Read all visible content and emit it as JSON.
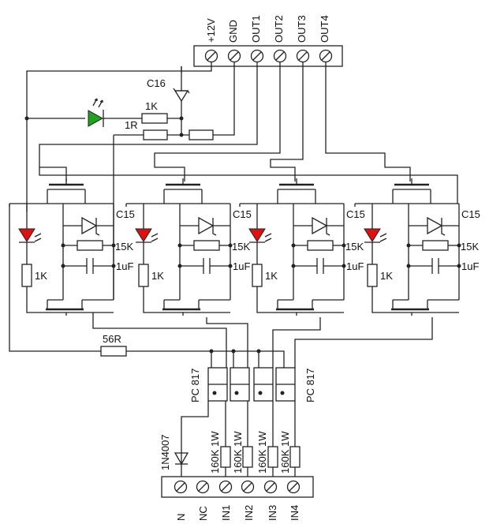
{
  "top_terminal": {
    "labels": [
      "+12V",
      "GND",
      "OUT1",
      "OUT2",
      "OUT3",
      "OUT4"
    ]
  },
  "bottom_terminal": {
    "labels": [
      "N",
      "NC",
      "IN1",
      "IN2",
      "IN3",
      "IN4"
    ]
  },
  "power_section": {
    "capacitor_label": "C16",
    "led_resistor_label": "1K",
    "series_resistor_label": "1R",
    "led_color": "#1ea31e"
  },
  "driver_channel": {
    "capacitor_label": "C15",
    "resistor_label": "15K",
    "cap_value_label": "1uF",
    "led_resistor_label": "1K",
    "led_color": "#dd1111"
  },
  "common_resistor_label": "56R",
  "optocoupler_labels": [
    "PC 817",
    "PC 817"
  ],
  "diode_label": "1N4007",
  "input_resistor_label": "160K 1W"
}
